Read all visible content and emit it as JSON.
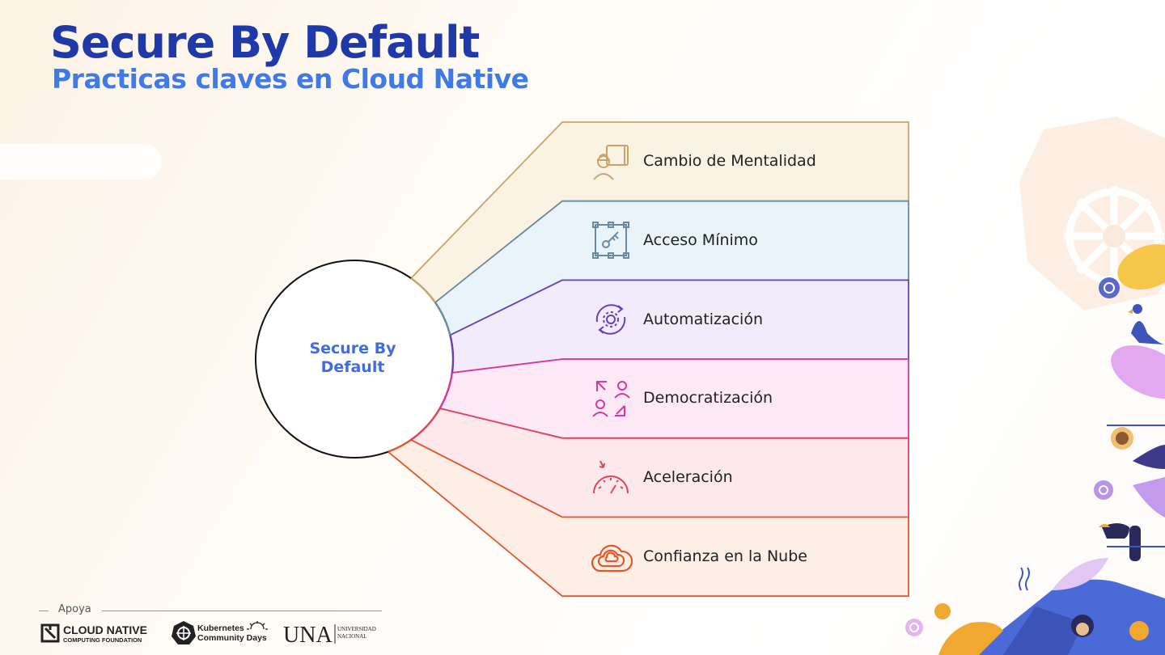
{
  "header": {
    "title": "Secure By Default",
    "subtitle": "Practicas claves en Cloud Native"
  },
  "diagram": {
    "center_label": "Secure By Default",
    "items": [
      {
        "label": "Cambio de Mentalidad",
        "icon": "engineer-blueprint-icon",
        "color": "#c7a56a",
        "fill": "#faf3e4"
      },
      {
        "label": "Acceso Mínimo",
        "icon": "key-frame-icon",
        "color": "#6b8a9e",
        "fill": "#e9f3fa"
      },
      {
        "label": "Automatización",
        "icon": "gear-cycle-icon",
        "color": "#6b3fb8",
        "fill": "#f1ebfc"
      },
      {
        "label": "Democratización",
        "icon": "people-exchange-icon",
        "color": "#d9379c",
        "fill": "#fde9f5"
      },
      {
        "label": "Aceleración",
        "icon": "speedometer-icon",
        "color": "#e0435c",
        "fill": "#fde8ec"
      },
      {
        "label": "Confianza en la Nube",
        "icon": "cloud-icon",
        "color": "#e2572c",
        "fill": "#fdeee6"
      }
    ]
  },
  "footer": {
    "apoya": "Apoya",
    "cncf_line1": "CLOUD NATIVE",
    "cncf_line2": "COMPUTING FOUNDATION",
    "kcd_line1": "Kubernetes",
    "kcd_line2": "Community Days",
    "una": "UNA",
    "una_small1": "UNIVERSIDAD",
    "una_small2": "NACIONAL"
  }
}
